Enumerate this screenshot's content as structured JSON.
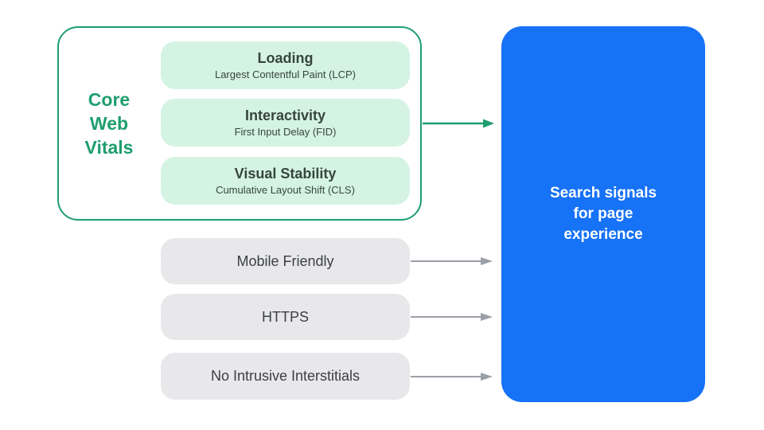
{
  "diagram": {
    "core_web_vitals": {
      "label_lines": [
        "Core",
        "Web",
        "Vitals"
      ],
      "vitals": [
        {
          "title": "Loading",
          "subtitle": "Largest Contentful Paint (LCP)"
        },
        {
          "title": "Interactivity",
          "subtitle": "First Input Delay (FID)"
        },
        {
          "title": "Visual Stability",
          "subtitle": "Cumulative Layout Shift (CLS)"
        }
      ]
    },
    "other_signals": [
      {
        "label": "Mobile Friendly"
      },
      {
        "label": "HTTPS"
      },
      {
        "label": "No Intrusive Interstitials"
      }
    ],
    "result_box": {
      "lines": [
        "Search signals",
        "for page",
        "experience"
      ]
    },
    "colors": {
      "green_accent": "#1E9E6F",
      "green_fill": "#D4F3E3",
      "blue_fill": "#1672F6",
      "gray_fill": "#E8E8EA",
      "gray_arrow": "#9AA0A6",
      "dark_text": "#3C4043",
      "white_text": "#FFFFFF"
    }
  }
}
